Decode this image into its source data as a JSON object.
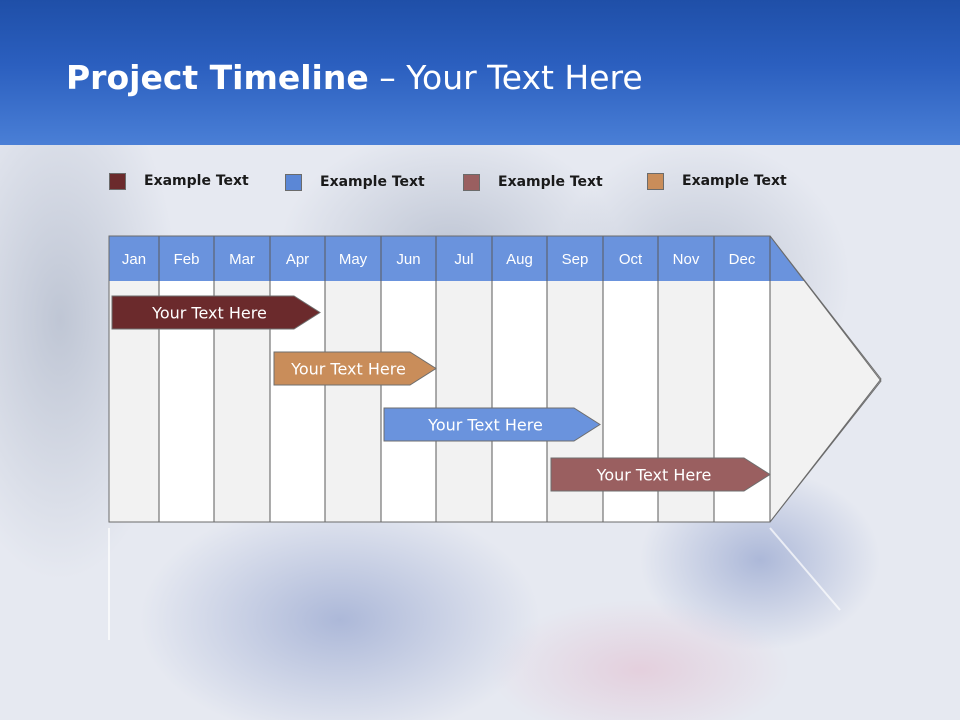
{
  "header": {
    "title_bold": "Project Timeline",
    "title_rest": " – Your Text Here",
    "background": "#2b5fbf"
  },
  "legend": [
    {
      "label": "Example Text",
      "color": "#6b2a2c"
    },
    {
      "label": "Example Text",
      "color": "#5b87d6"
    },
    {
      "label": "Example Text",
      "color": "#9a5f60"
    },
    {
      "label": "Example Text",
      "color": "#c98d5a"
    }
  ],
  "timeline": {
    "header_color": "#6a93dd",
    "months": [
      "Jan",
      "Feb",
      "Mar",
      "Apr",
      "May",
      "Jun",
      "Jul",
      "Aug",
      "Sep",
      "Oct",
      "Nov",
      "Dec"
    ],
    "bars": [
      {
        "label": "Your  Text Here",
        "color": "#6b2a2c",
        "start_month": 1.0,
        "end_month": 4.0
      },
      {
        "label": "Your  Text Here",
        "color": "#c98d5a",
        "start_month": 4.0,
        "end_month": 6.0
      },
      {
        "label": "Your  Text Here",
        "color": "#6a93dd",
        "start_month": 6.0,
        "end_month": 9.0
      },
      {
        "label": "Your  Text Here",
        "color": "#9a5f60",
        "start_month": 9.0,
        "end_month": 12.0
      }
    ]
  }
}
